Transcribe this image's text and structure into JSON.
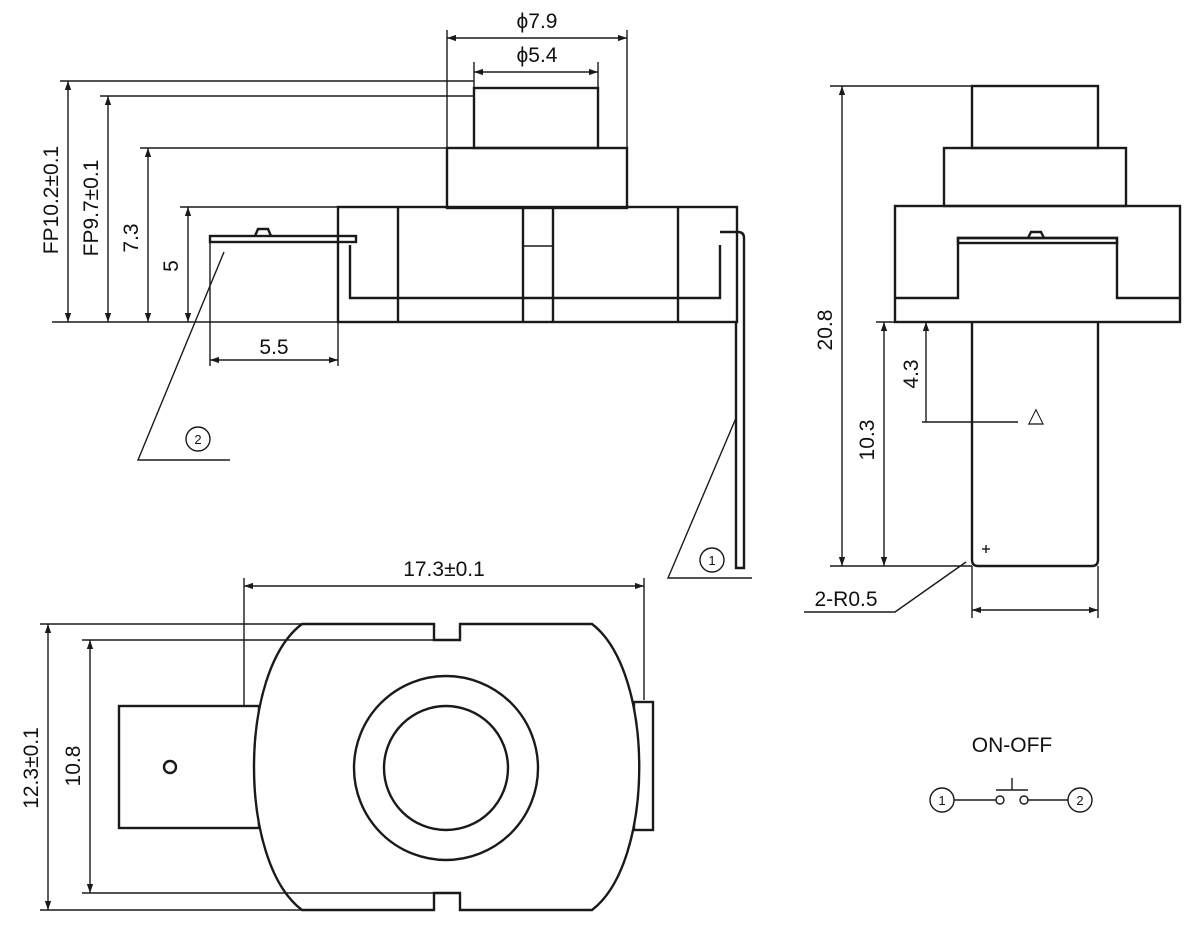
{
  "colors": {
    "line": "#1a1a1a",
    "background": "#ffffff"
  },
  "front_view": {
    "dims": {
      "phi_outer": "ϕ7.9",
      "phi_inner": "ϕ5.4",
      "fp_top": "FP10.2±0.1",
      "fp_mid": "FP9.7±0.1",
      "h_mid": "7.3",
      "h_body": "5",
      "w_term": "5.5"
    },
    "callouts": {
      "terminal_2": "2",
      "terminal_1": "1"
    }
  },
  "side_view": {
    "dims": {
      "total": "20.8",
      "lower": "10.3",
      "mark": "4.3",
      "radius": "2-R0.5"
    },
    "mark_symbol": "△"
  },
  "bottom_view": {
    "dims": {
      "width": "17.3±0.1",
      "outer_h": "12.3±0.1",
      "inner_h": "10.8"
    }
  },
  "schematic": {
    "title": "ON-OFF",
    "pin_1": "1",
    "pin_2": "2"
  }
}
